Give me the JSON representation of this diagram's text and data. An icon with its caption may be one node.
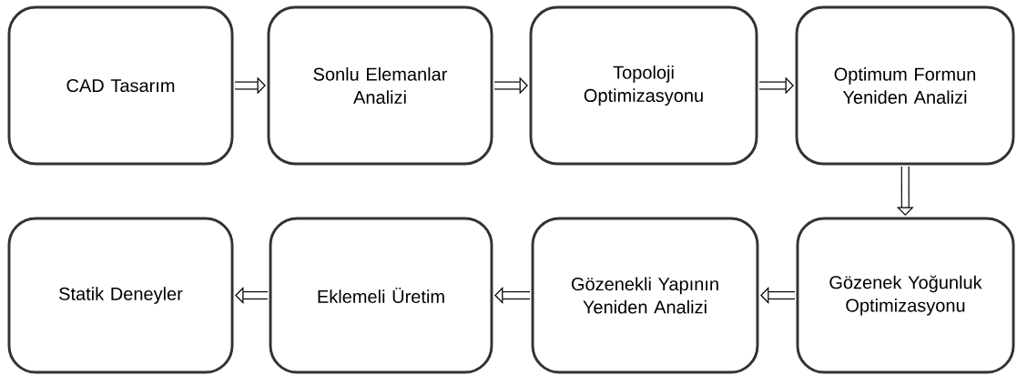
{
  "diagram": {
    "nodes": [
      {
        "text": [
          "CAD Tasarım"
        ]
      },
      {
        "text": [
          "Sonlu Elemanlar Analizi"
        ]
      },
      {
        "text": [
          "Topoloji Optimizasyonu"
        ]
      },
      {
        "text": [
          "Optimum Formun Yeniden Analizi"
        ]
      },
      {
        "text": [
          "Gözenek Yoğunluk Optimizasyonu"
        ]
      },
      {
        "text": [
          "Gözenekli Yapının Yeniden Analizi"
        ]
      },
      {
        "text": [
          "Eklemeli Üretim"
        ]
      },
      {
        "text": [
          "Statik Deneyler"
        ]
      }
    ],
    "edges": [
      {
        "from": 0,
        "to": 1,
        "arrow": "to"
      },
      {
        "from": 1,
        "to": 2,
        "arrow": "to"
      },
      {
        "from": 2,
        "to": 3,
        "arrow": "to"
      },
      {
        "from": 3,
        "to": 4,
        "arrow": "to"
      },
      {
        "from": 4,
        "to": 5,
        "arrow": "to"
      },
      {
        "from": 5,
        "to": 6,
        "arrow": "to"
      },
      {
        "from": 6,
        "to": 7,
        "arrow": "to"
      }
    ]
  }
}
